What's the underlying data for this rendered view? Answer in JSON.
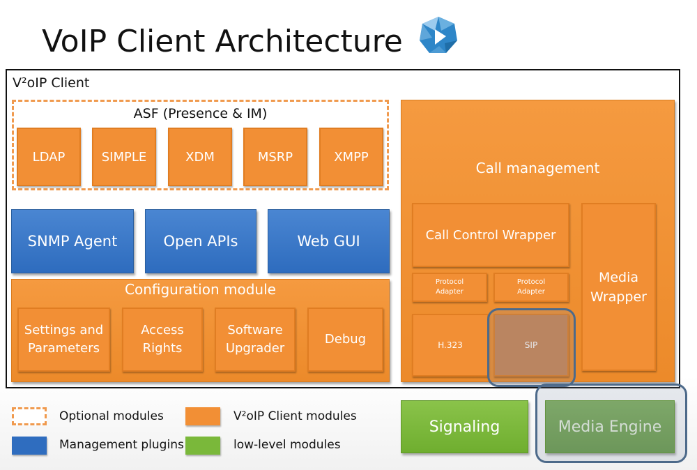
{
  "title": "VoIP Client Architecture",
  "client_label": "V²oIP Client",
  "asf": {
    "title": "ASF (Presence & IM)",
    "items": [
      "LDAP",
      "SIMPLE",
      "XDM",
      "MSRP",
      "XMPP"
    ]
  },
  "management": [
    "SNMP Agent",
    "Open APIs",
    "Web GUI"
  ],
  "config": {
    "title": "Configuration module",
    "items": [
      [
        "Settings and",
        "Parameters"
      ],
      [
        "Access",
        "Rights"
      ],
      [
        "Software",
        "Upgrader"
      ],
      [
        "Debug"
      ]
    ]
  },
  "call": {
    "title": "Call management",
    "wrapper": "Call Control Wrapper",
    "adapter_left": [
      "Protocol",
      "Adapter"
    ],
    "adapter_right": [
      "Protocol",
      "Adapter"
    ],
    "h323": "H.323",
    "sip": "SIP",
    "media_wrapper": [
      "Media",
      "Wrapper"
    ]
  },
  "signaling": "Signaling",
  "media_engine": "Media Engine",
  "legend": {
    "optional": "Optional modules",
    "management": "Management plugins",
    "client": "V²oIP Client modules",
    "lowlevel": "low-level modules"
  },
  "colors": {
    "orange": "#f28f35",
    "blue": "#2f6dbf",
    "green": "#7ab83a",
    "highlight": "#4d6a8a"
  },
  "logo_icon": "faceted-diamond-logo-icon"
}
